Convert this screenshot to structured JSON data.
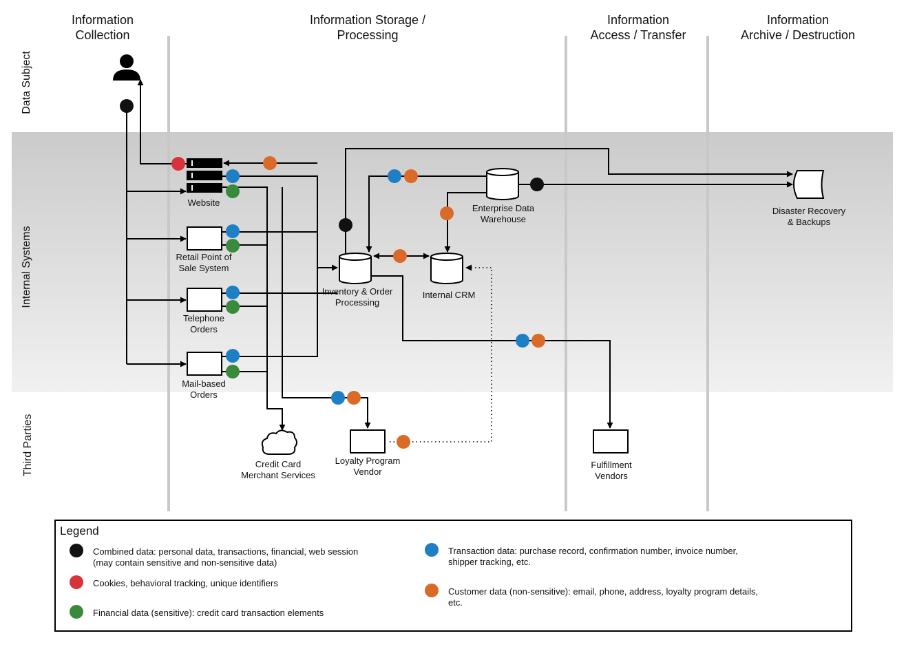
{
  "columns": [
    "Information\nCollection",
    "Information Storage /\nProcessing",
    "Information\nAccess / Transfer",
    "Information\nArchive / Destruction"
  ],
  "rows": [
    "Data Subject",
    "Internal Systems",
    "Third Parties"
  ],
  "nodes": {
    "website": "Website",
    "retail_pos": "Retail Point of\nSale System",
    "telephone": "Telephone\nOrders",
    "mail": "Mail-based\nOrders",
    "inventory": "Inventory & Order\nProcessing",
    "edw": "Enterprise Data\nWarehouse",
    "crm": "Internal CRM",
    "dr": "Disaster Recovery\n& Backups",
    "cc": "Credit Card\nMerchant Services",
    "loyalty": "Loyalty Program\nVendor",
    "fulfillment": "Fulfillment\nVendors"
  },
  "colors": {
    "black": "#111111",
    "red": "#d8323c",
    "blue": "#1f7fc4",
    "orange": "#d96a27",
    "green": "#3a8a3e",
    "band": "#d0d0d0",
    "divider": "#c8c8c8"
  },
  "legend": {
    "title": "Legend",
    "items": [
      {
        "color": "black",
        "text": "Combined data: personal data, transactions, financial, web session\n(may contain sensitive and non-sensitive data)"
      },
      {
        "color": "red",
        "text": "Cookies, behavioral tracking, unique identifiers"
      },
      {
        "color": "green",
        "text": "Financial data (sensitive): credit card transaction elements"
      },
      {
        "color": "blue",
        "text": "Transaction data: purchase record, confirmation number, invoice number,\nshipper tracking, etc."
      },
      {
        "color": "orange",
        "text": "Customer data (non-sensitive): email, phone, address, loyalty program details,\netc."
      }
    ]
  }
}
